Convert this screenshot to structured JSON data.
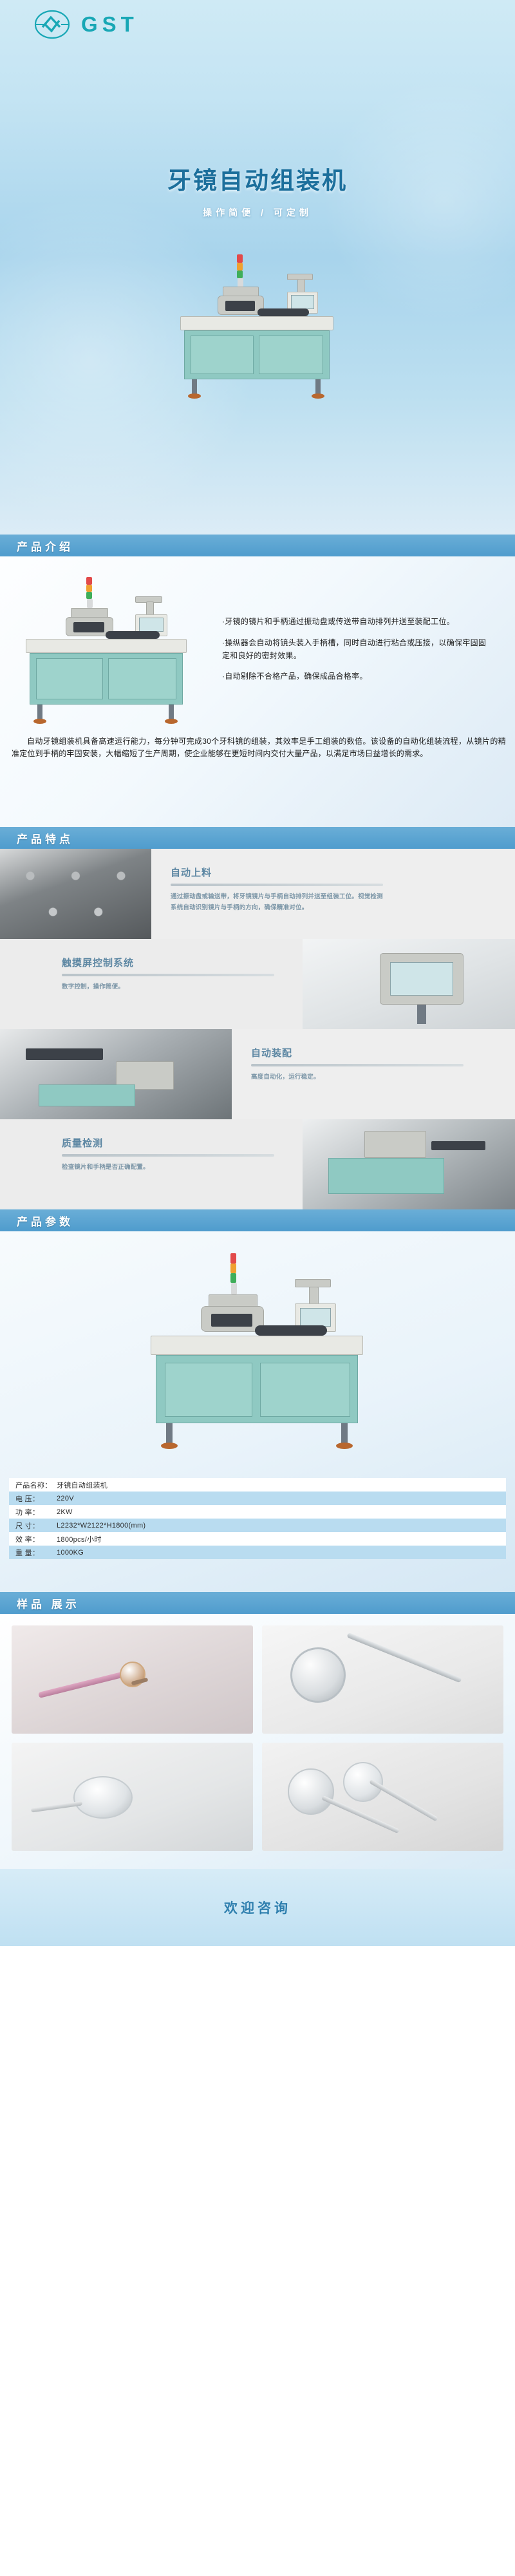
{
  "brand": {
    "logo_icon": "gst-circle-logo-icon",
    "name": "GST"
  },
  "hero": {
    "title": "牙镜自动组装机",
    "subtitle": "操作简便 / 可定制",
    "machine_alt": "dental-mirror-assembly-machine"
  },
  "sections": {
    "intro_heading": "产品介绍",
    "features_heading": "产品特点",
    "params_heading": "产品参数",
    "samples_heading": "样品 展示"
  },
  "intro": {
    "bullets": [
      "·牙镜的镜片和手柄通过振动盘或传送带自动排列并送至装配工位。",
      "·操纵器会自动将镜头装入手柄槽，同时自动进行粘合或压接，以确保牢固固定和良好的密封效果。",
      "·自动剔除不合格产品，确保成品合格率。"
    ],
    "paragraph": "自动牙镜组装机具备高速运行能力，每分钟可完成30个牙科镜的组装，其效率是手工组装的数倍。该设备的自动化组装流程，从镜片的精准定位到手柄的牢固安装，大幅缩短了生产周期，使企业能够在更短时间内交付大量产品，以满足市场日益增长的需求。"
  },
  "features": [
    {
      "title": "自动上料",
      "desc": "通过振动盘或输送带，将牙镜镜片与手柄自动排列并送至组装工位。视觉检测系统自动识别镜片与手柄的方向，确保精准对位。",
      "photo": "conveyor-lens-tray-photo",
      "image_side": "left"
    },
    {
      "title": "触摸屏控制系统",
      "desc": "数字控制，操作简便。",
      "photo": "hmi-touchscreen-photo",
      "image_side": "right"
    },
    {
      "title": "自动装配",
      "desc": "高度自动化，运行稳定。",
      "photo": "assembly-station-photo",
      "image_side": "left"
    },
    {
      "title": "质量检测",
      "desc": "检查镜片和手柄是否正确配置。",
      "photo": "quality-inspection-photo",
      "image_side": "right"
    }
  ],
  "params": [
    {
      "label": "产品名称：",
      "value": "牙镜自动组装机"
    },
    {
      "label": "电  压：",
      "value": "220V"
    },
    {
      "label": "功  率：",
      "value": "2KW"
    },
    {
      "label": "尺  寸：",
      "value": "L2232*W2122*H1800(mm)"
    },
    {
      "label": "效  率：",
      "value": "1800pcs/小时"
    },
    {
      "label": "重  量：",
      "value": "1000KG"
    }
  ],
  "samples": [
    {
      "name": "pink-handle-dental-mirror-photo"
    },
    {
      "name": "round-mirror-with-steel-handle-photo"
    },
    {
      "name": "mirror-head-on-white-surface-photo"
    },
    {
      "name": "two-dental-mirrors-photo"
    }
  ],
  "footer": {
    "text": "欢迎咨询"
  },
  "colors": {
    "brand_teal": "#18a7b5",
    "section_blue": "#4f9ccd",
    "title_blue": "#1c6f9c",
    "param_row_blue": "#b9dcf0",
    "machine_green": "#8fc9c2"
  }
}
